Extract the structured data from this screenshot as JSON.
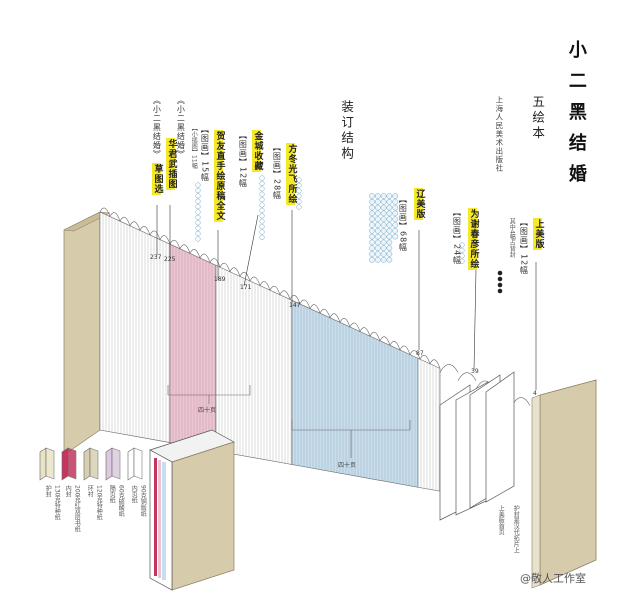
{
  "title": "小二黑结婚",
  "five_editions_label": "五绘本",
  "publisher": "上海人民美术出版社",
  "binding_label": "装订结构",
  "editions": [
    {
      "highlight": "上美版",
      "detail": "【图画】12幅",
      "note": "其中4幅占背封",
      "start_page": "4"
    },
    {
      "highlight": "为谢春彦所绘",
      "detail": "【图画】24幅",
      "start_page": "39"
    },
    {
      "highlight": "辽美版",
      "detail": "【图画】68幅",
      "start_page": "87"
    },
    {
      "highlight": "方冬光飞所绘",
      "detail": "【图画】28幅",
      "start_page": "147"
    },
    {
      "highlight": "金城收藏",
      "detail": "【图画】12幅",
      "start_page": "171"
    },
    {
      "highlight": "贺友直手绘原稿全文",
      "detail": "【图画】15幅",
      "extra": "【小插图】11幅",
      "start_page": "189"
    },
    {
      "highlight": "华君武插图",
      "title": "《小二黑结婚》",
      "start_page": "225"
    },
    {
      "highlight": "草图选",
      "title": "《小二黑结婚》",
      "start_page": "237"
    }
  ],
  "signature_labels": [
    "四十页",
    "四十页"
  ],
  "front_cover_note": "上美版首页",
  "front_cover_detail": "护封是汉代拓片上",
  "legend": [
    {
      "name": "护封",
      "desc": "130克特种纸",
      "color": "#e9e3c6"
    },
    {
      "name": "内封",
      "desc": "200克红双层书纸",
      "color": "#c5365f"
    },
    {
      "name": "环衬",
      "desc": "120克特种纸",
      "color": "#d8cfb1"
    },
    {
      "name": "隔页纸",
      "desc": "60克硫酸纸",
      "color": "#dcc9e0"
    },
    {
      "name": "内页纸",
      "desc": "90克铜版纸",
      "color": "#ffffff"
    }
  ],
  "watermark": "@敬人工作室",
  "colors": {
    "highlight": "#f5e82a",
    "blue": "#c6dff0",
    "pink": "#efc3d3",
    "kraft": "#d6cbaa"
  }
}
